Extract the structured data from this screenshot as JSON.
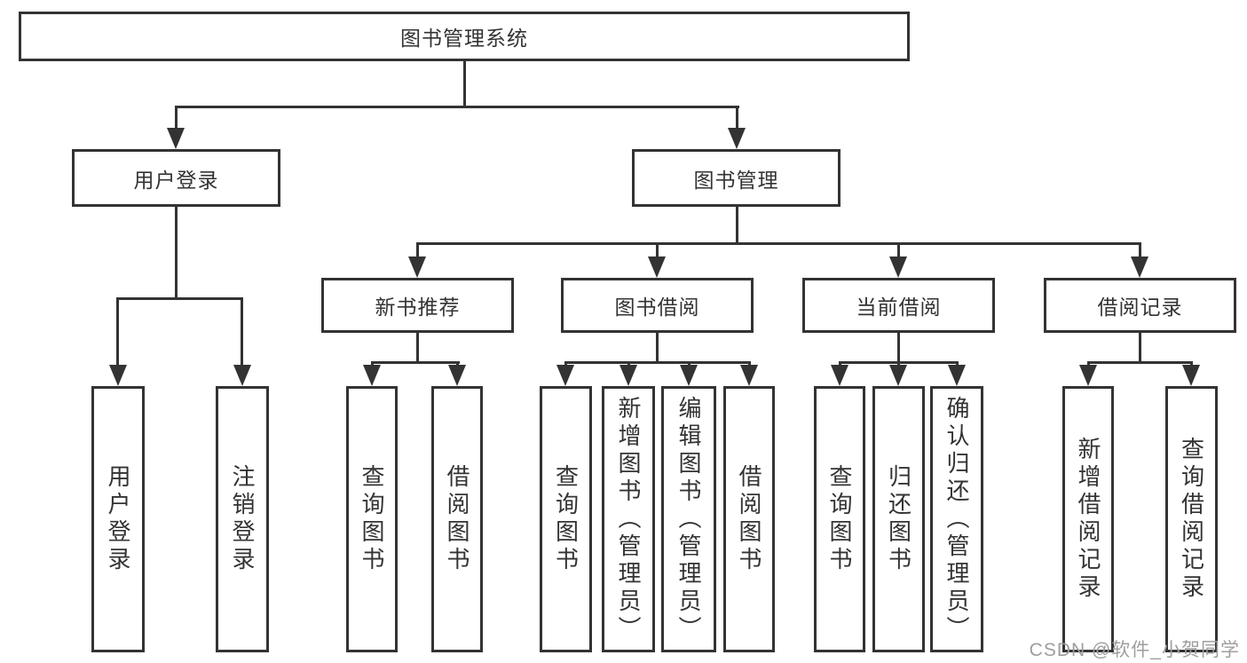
{
  "colors": {
    "line": "#333333",
    "text": "#333333",
    "box-bg": "#ffffff",
    "background": "#ffffff",
    "watermark": "#9e9e9e"
  },
  "watermark": {
    "text": "CSDN @软件_小贺同学"
  },
  "nodes": {
    "root": {
      "label": "图书管理系统"
    },
    "user-login": {
      "label": "用户登录"
    },
    "book-mgmt": {
      "label": "图书管理"
    },
    "new-book-rec": {
      "label": "新书推荐"
    },
    "book-borrow": {
      "label": "图书借阅"
    },
    "current-borrow": {
      "label": "当前借阅"
    },
    "borrow-records": {
      "label": "借阅记录"
    },
    "leaf-user-login": {
      "label": "用户登录"
    },
    "leaf-logout": {
      "label": "注销登录"
    },
    "leaf-query-book-rec": {
      "label": "查询图书"
    },
    "leaf-borrow-book-rec": {
      "label": "借阅图书"
    },
    "leaf-query-book-borrow": {
      "label": "查询图书"
    },
    "leaf-add-book": {
      "label": "新增图书（管理员）"
    },
    "leaf-edit-book": {
      "label": "编辑图书（管理员）"
    },
    "leaf-borrow-book": {
      "label": "借阅图书"
    },
    "leaf-query-book-current": {
      "label": "查询图书"
    },
    "leaf-return-book": {
      "label": "归还图书"
    },
    "leaf-confirm-return": {
      "label": "确认归还（管理员）"
    },
    "leaf-add-borrow-record": {
      "label": "新增借阅记录"
    },
    "leaf-query-borrow-record": {
      "label": "查询借阅记录"
    }
  },
  "tree": {
    "图书管理系统": {
      "用户登录": [
        "用户登录",
        "注销登录"
      ],
      "图书管理": {
        "新书推荐": [
          "查询图书",
          "借阅图书"
        ],
        "图书借阅": [
          "查询图书",
          "新增图书（管理员）",
          "编辑图书（管理员）",
          "借阅图书"
        ],
        "当前借阅": [
          "查询图书",
          "归还图书",
          "确认归还（管理员）"
        ],
        "借阅记录": [
          "新增借阅记录",
          "查询借阅记录"
        ]
      }
    }
  }
}
